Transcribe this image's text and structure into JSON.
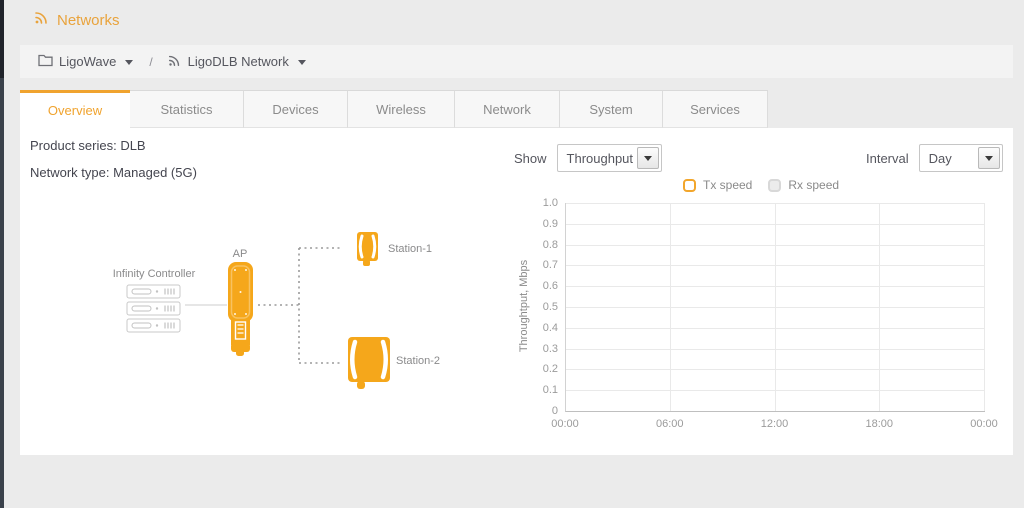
{
  "header": {
    "title": "Networks"
  },
  "breadcrumb": {
    "separator": "/",
    "items": [
      {
        "label": "LigoWave",
        "icon": "folder-icon"
      },
      {
        "label": "LigoDLB Network",
        "icon": "broadcast-icon"
      }
    ]
  },
  "tabs": [
    {
      "label": "Overview",
      "active": true
    },
    {
      "label": "Statistics",
      "active": false
    },
    {
      "label": "Devices",
      "active": false
    },
    {
      "label": "Wireless",
      "active": false
    },
    {
      "label": "Network",
      "active": false
    },
    {
      "label": "System",
      "active": false
    },
    {
      "label": "Services",
      "active": false
    }
  ],
  "overview": {
    "product_series": "Product series: DLB",
    "network_type": "Network type: Managed (5G)"
  },
  "topology": {
    "controller_label": "Infinity Controller",
    "ap_label": "AP",
    "station1_label": "Station-1",
    "station2_label": "Station-2"
  },
  "controls": {
    "show_label": "Show",
    "show_value": "Throughput",
    "interval_label": "Interval",
    "interval_value": "Day"
  },
  "legend": [
    {
      "label": "Tx speed",
      "enabled": true,
      "color": "#F2A62C"
    },
    {
      "label": "Rx speed",
      "enabled": false,
      "color": "#D8D8D8"
    }
  ],
  "colors": {
    "accent_orange": "#E9A33C",
    "active_tab_orange": "#F0A32E",
    "device_orange": "#F5A71B",
    "panel_white": "#FFFFFF",
    "page_background": "#EBEBEB"
  },
  "chart_data": {
    "type": "line",
    "title": "",
    "xlabel": "",
    "ylabel": "Throughtput, Mbps",
    "x_ticks": [
      "00:00",
      "06:00",
      "12:00",
      "18:00",
      "00:00"
    ],
    "y_ticks": [
      "1.0",
      "0.9",
      "0.8",
      "0.7",
      "0.6",
      "0.5",
      "0.4",
      "0.3",
      "0.2",
      "0.1",
      "0"
    ],
    "ylim": [
      0,
      1.0
    ],
    "grid": true,
    "legend_position": "top",
    "series": [
      {
        "name": "Tx speed",
        "values": []
      },
      {
        "name": "Rx speed",
        "values": []
      }
    ]
  }
}
